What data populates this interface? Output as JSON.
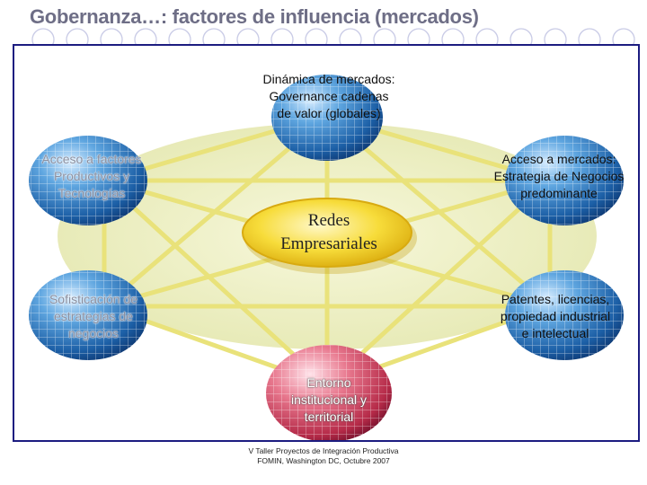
{
  "slide": {
    "title": "Gobernanza…: factores de influencia (mercados)",
    "footer_line1": "V Taller Proyectos de Integración Productiva",
    "footer_line2": "FOMIN, Washington DC, Octubre 2007"
  },
  "diagram": {
    "hub": {
      "line1": "Redes",
      "line2": "Empresariales",
      "color": "#f2d21c"
    },
    "nodes": {
      "top": {
        "lines": [
          "Dinámica de mercados:",
          "Governance cadenas",
          "de valor (globales)"
        ],
        "color": "#3d86c6"
      },
      "upper_left": {
        "lines": [
          "Acceso a factores",
          "Productivos y",
          "Tecnologías"
        ],
        "color": "#3d86c6"
      },
      "upper_right": {
        "lines": [
          "Acceso a mercados:",
          "Estrategia de Negocios",
          "predominante"
        ],
        "color": "#3d86c6"
      },
      "lower_left": {
        "lines": [
          "Sofisticación de",
          "estrategias de",
          "negocios"
        ],
        "color": "#3d86c6"
      },
      "lower_right": {
        "lines": [
          "Patentes, licencias,",
          "propiedad industrial",
          "e intelectual"
        ],
        "color": "#3d86c6"
      },
      "bottom": {
        "lines": [
          "Entorno",
          "institucional y",
          "territorial"
        ],
        "color": "#d9435c"
      }
    },
    "backdrop_color": "#eef0c6",
    "line_color": "#e8e280",
    "frame_color": "#1c1c80"
  }
}
